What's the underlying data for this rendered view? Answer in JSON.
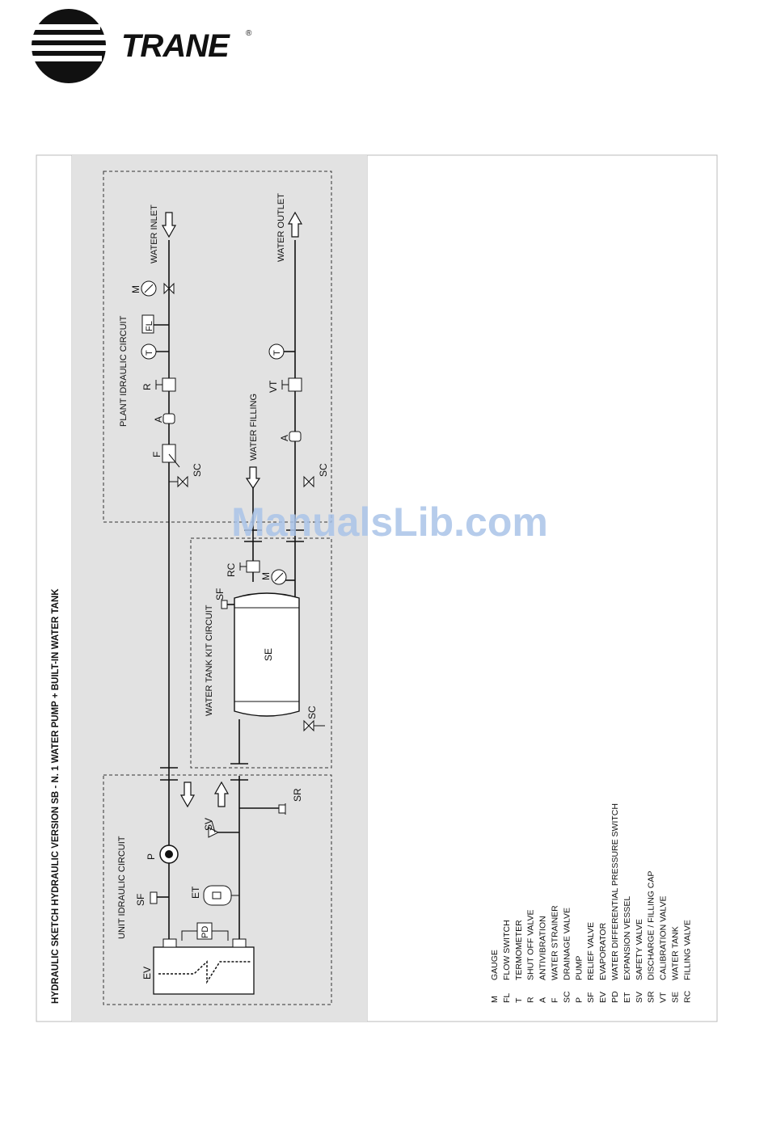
{
  "brand": {
    "name": "TRANE",
    "mark": "®"
  },
  "watermark": "ManualsLib.com",
  "sheet": {
    "title": "HYDRAULIC SKETCH HYDRAULIC VERSION SB - N. 1 WATER PUMP + BUILT-IN WATER TANK"
  },
  "circuits": {
    "unit": "UNIT IDRAULIC CIRCUIT",
    "tank": "WATER TANK KIT CIRCUIT",
    "plant": "PLANT IDRAULIC CIRCUIT"
  },
  "labels": {
    "water_inlet": "WATER INLET",
    "water_outlet": "WATER OUTLET",
    "water_filling": "WATER FILLING",
    "ev": "EV",
    "pd": "PD",
    "sf": "SF",
    "et": "ET",
    "p": "P",
    "sv": "SV",
    "sr": "SR",
    "se": "SE",
    "sc": "SC",
    "rc": "RC",
    "m": "M",
    "f": "F",
    "a": "A",
    "r": "R",
    "t": "T",
    "fl": "FL",
    "vt": "VT"
  },
  "legend": [
    {
      "code": "M",
      "desc": "GAUGE"
    },
    {
      "code": "FL",
      "desc": "FLOW SWITCH"
    },
    {
      "code": "T",
      "desc": "TERMOMETER"
    },
    {
      "code": "R",
      "desc": "SHUT OFF VALVE"
    },
    {
      "code": "A",
      "desc": "ANTIVIBRATION"
    },
    {
      "code": "F",
      "desc": "WATER STRAINER"
    },
    {
      "code": "SC",
      "desc": "DRAINAGE VALVE"
    },
    {
      "code": "P",
      "desc": "PUMP"
    },
    {
      "code": "SF",
      "desc": "RELIEF VALVE"
    },
    {
      "code": "EV",
      "desc": "EVAPORATOR"
    },
    {
      "code": "PD",
      "desc": "WATER DIFFERENTIAL PRESSURE SWITCH"
    },
    {
      "code": "ET",
      "desc": "EXPANSION VESSEL"
    },
    {
      "code": "SV",
      "desc": "SAFETY VALVE"
    },
    {
      "code": "SR",
      "desc": "DISCHARGE / FILLING CAP"
    },
    {
      "code": "VT",
      "desc": "CALIBRATION VALVE"
    },
    {
      "code": "SE",
      "desc": "WATER TANK"
    },
    {
      "code": "RC",
      "desc": "FILLING VALVE"
    }
  ],
  "colors": {
    "panel": "#e2e2e2",
    "line": "#111111",
    "watermark": "#a9c3e8"
  }
}
